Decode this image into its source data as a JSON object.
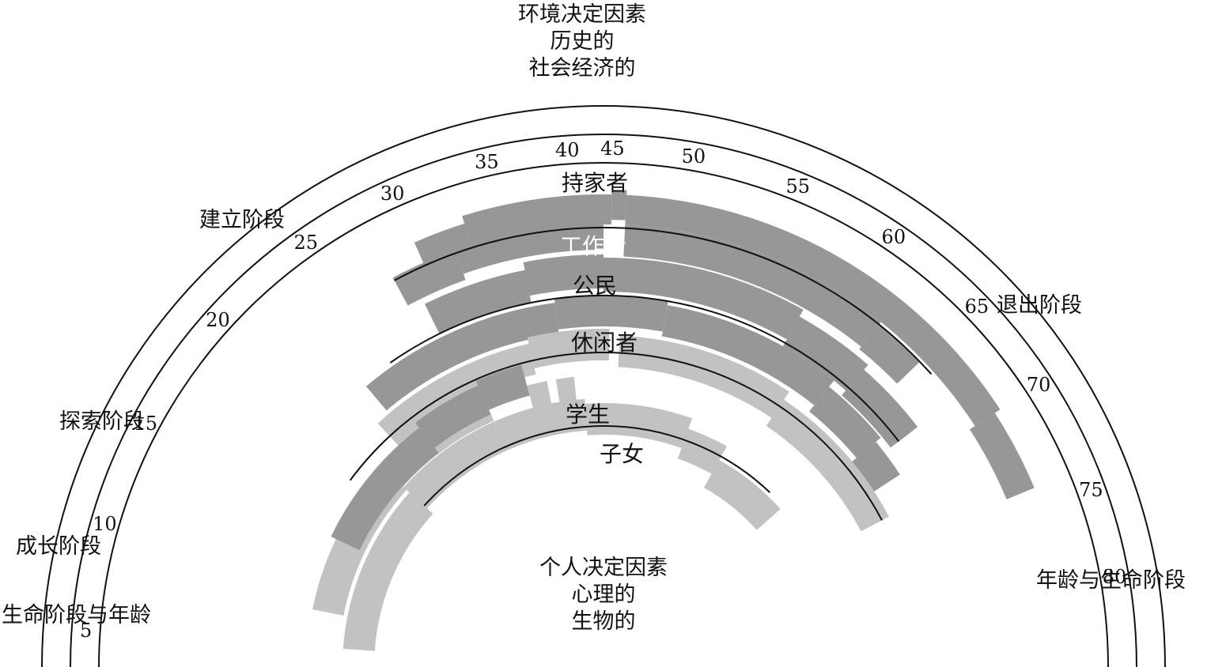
{
  "env_factors": {
    "line1": "环境决定因素",
    "line2": "历史的",
    "line3": "社会经济的"
  },
  "personal_factors": {
    "line1": "个人决定因素",
    "line2": "心理的",
    "line3": "生物的"
  },
  "stages": {
    "growth": "成长阶段",
    "exploration": "探索阶段",
    "establishment": "建立阶段",
    "disengagement": "退出阶段"
  },
  "corner_labels": {
    "left": "生命阶段与年龄",
    "right": "年龄与生命阶段"
  },
  "ages": [
    "5",
    "10",
    "15",
    "20",
    "25",
    "30",
    "35",
    "40",
    "45",
    "50",
    "55",
    "60",
    "65",
    "70",
    "75",
    "80"
  ],
  "roles": {
    "homemaker": "持家者",
    "worker": "工作者",
    "citizen": "公民",
    "leisurite": "休闲者",
    "student": "学生",
    "child": "子女"
  },
  "colors": {
    "dark": "#979797",
    "light": "#c2c2c2",
    "line": "#111111"
  }
}
